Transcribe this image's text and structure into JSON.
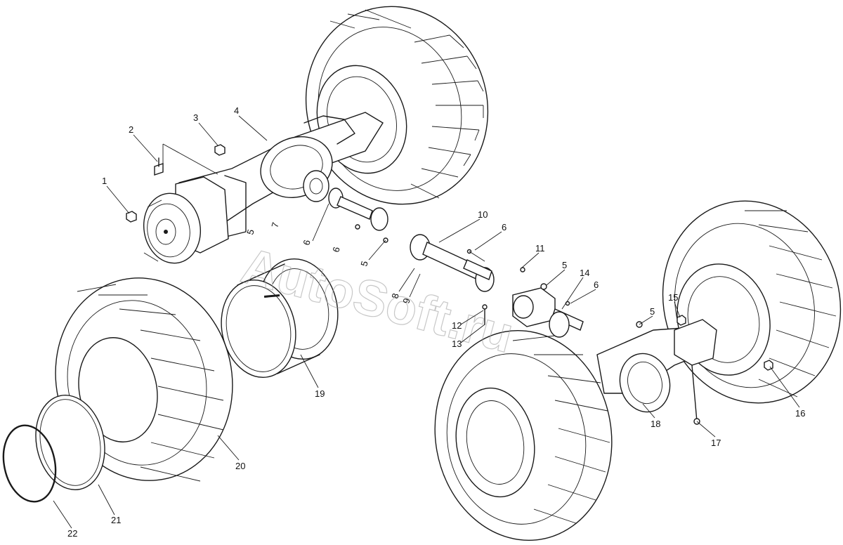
{
  "watermark": "AutoSoft.ru",
  "callouts": [
    {
      "id": "c1",
      "label": "1"
    },
    {
      "id": "c2",
      "label": "2"
    },
    {
      "id": "c3",
      "label": "3"
    },
    {
      "id": "c4",
      "label": "4"
    },
    {
      "id": "c5a",
      "label": "5"
    },
    {
      "id": "c5b",
      "label": "5"
    },
    {
      "id": "c5c",
      "label": "5"
    },
    {
      "id": "c5d",
      "label": "5"
    },
    {
      "id": "c6a",
      "label": "6"
    },
    {
      "id": "c6b",
      "label": "6"
    },
    {
      "id": "c6c",
      "label": "6"
    },
    {
      "id": "c6d",
      "label": "6"
    },
    {
      "id": "c7",
      "label": "7"
    },
    {
      "id": "c8",
      "label": "8"
    },
    {
      "id": "c9",
      "label": "9"
    },
    {
      "id": "c10",
      "label": "10"
    },
    {
      "id": "c11",
      "label": "11"
    },
    {
      "id": "c12",
      "label": "12"
    },
    {
      "id": "c13",
      "label": "13"
    },
    {
      "id": "c14",
      "label": "14"
    },
    {
      "id": "c15",
      "label": "15"
    },
    {
      "id": "c16",
      "label": "16"
    },
    {
      "id": "c17",
      "label": "17"
    },
    {
      "id": "c18",
      "label": "18"
    },
    {
      "id": "c19",
      "label": "19"
    },
    {
      "id": "c20",
      "label": "20"
    },
    {
      "id": "c21",
      "label": "21"
    },
    {
      "id": "c22",
      "label": "22"
    }
  ]
}
